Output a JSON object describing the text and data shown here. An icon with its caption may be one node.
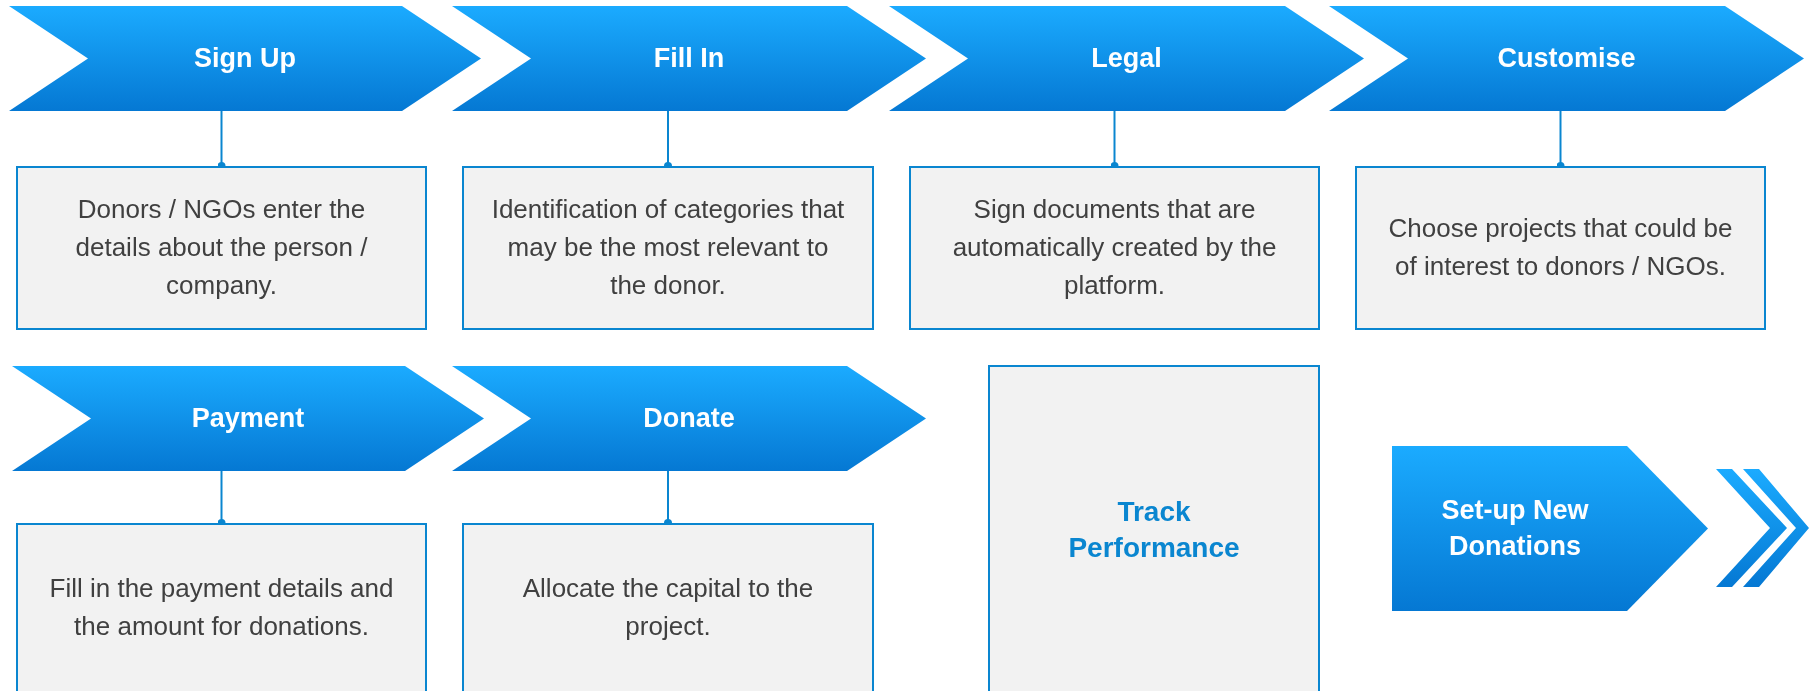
{
  "diagram": {
    "nodes": [
      {
        "text": [
          "Sign Up"
        ]
      },
      {
        "text": [
          "Fill In"
        ]
      },
      {
        "text": [
          "Legal"
        ]
      },
      {
        "text": [
          "Customise"
        ]
      },
      {
        "text": [
          "Donors / NGOs enter the details about the person / company."
        ]
      },
      {
        "text": [
          "Identification of categories that may be the most relevant to the donor."
        ]
      },
      {
        "text": [
          "Sign documents that are automatically created by the platform."
        ]
      },
      {
        "text": [
          "Choose projects that could be of interest to donors / NGOs."
        ]
      },
      {
        "text": [
          "Payment"
        ]
      },
      {
        "text": [
          "Donate"
        ]
      },
      {
        "text": [
          "Fill in the payment details and the amount for donations."
        ]
      },
      {
        "text": [
          "Allocate the capital to the project."
        ]
      },
      {
        "text": [
          "Track Performance"
        ]
      },
      {
        "text": [
          "Set-up New Donations"
        ]
      }
    ],
    "edges": [
      {
        "from": 0,
        "to": 4,
        "arrow": "other"
      },
      {
        "from": 1,
        "to": 5,
        "arrow": "other"
      },
      {
        "from": 2,
        "to": 6,
        "arrow": "other"
      },
      {
        "from": 3,
        "to": 7,
        "arrow": "other"
      },
      {
        "from": 8,
        "to": 10,
        "arrow": "other"
      },
      {
        "from": 9,
        "to": 11,
        "arrow": "other"
      }
    ]
  }
}
